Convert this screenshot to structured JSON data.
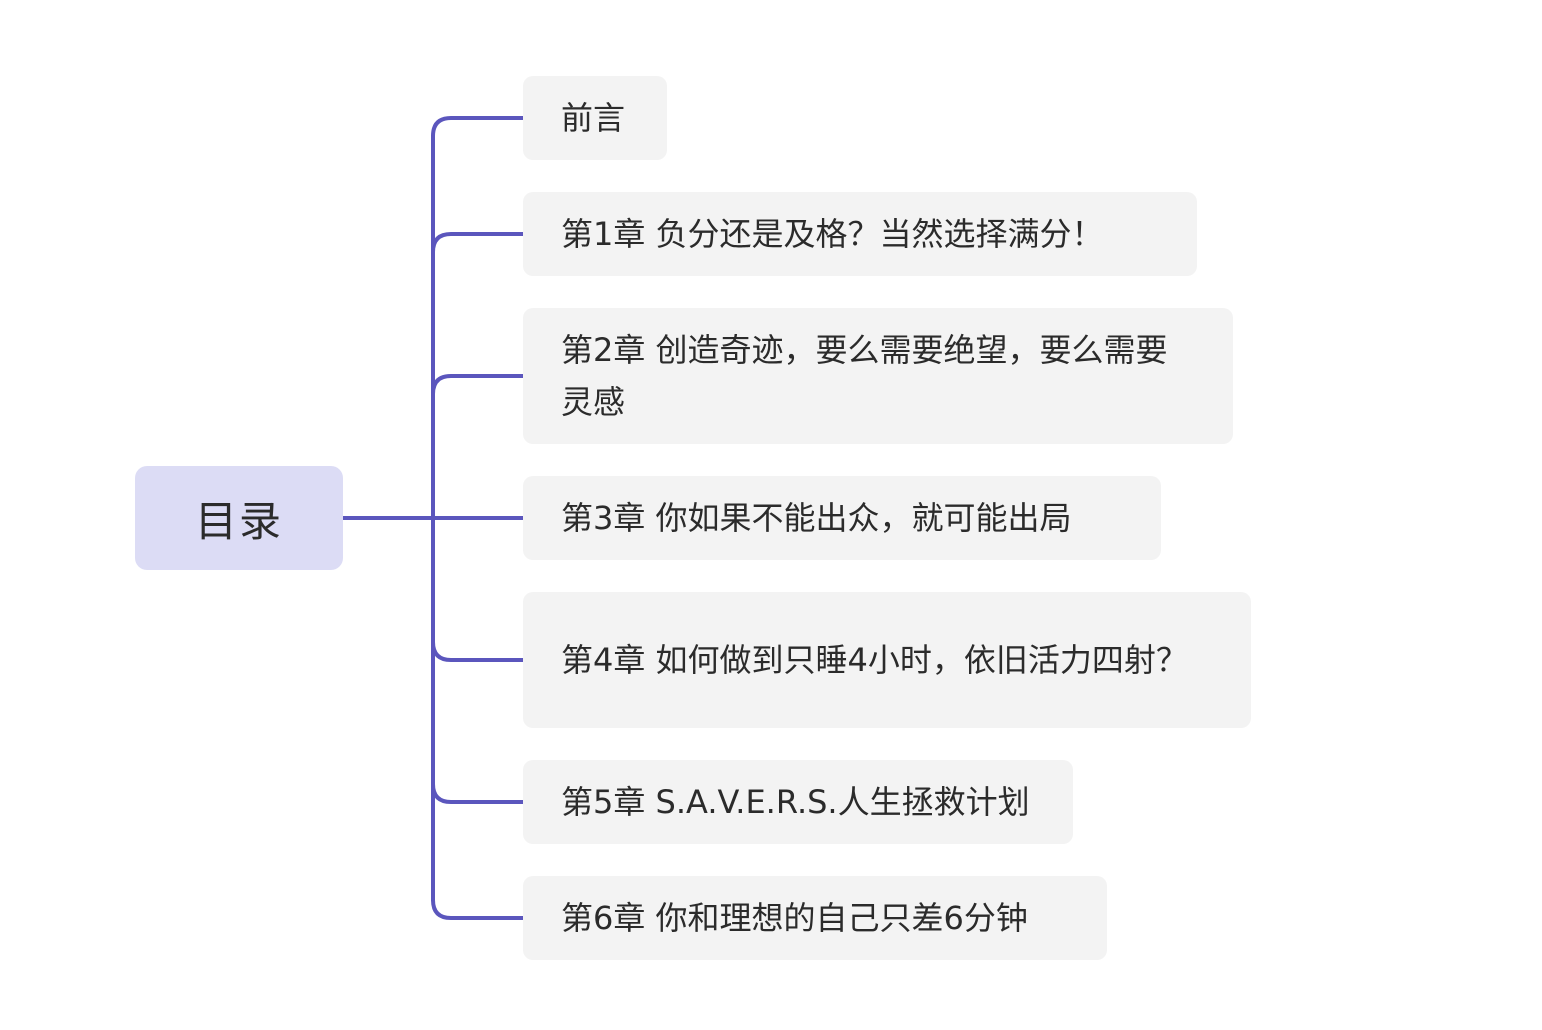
{
  "root": {
    "label": "目录"
  },
  "items": [
    {
      "label": "前言"
    },
    {
      "label": "第1章 负分还是及格？当然选择满分！"
    },
    {
      "label": "第2章 创造奇迹，要么需要绝望，要么需要灵感"
    },
    {
      "label": "第3章 你如果不能出众，就可能出局"
    },
    {
      "label": "第4章 如何做到只睡4小时，依旧活力四射？"
    },
    {
      "label": "第5章 S.A.V.E.R.S.人生拯救计划"
    },
    {
      "label": "第6章 你和理想的自己只差6分钟"
    }
  ],
  "colors": {
    "connector": "#5b56bd",
    "root_fill": "#dcdcf5",
    "node_fill": "#f3f3f3",
    "text": "#2b2b2b"
  }
}
